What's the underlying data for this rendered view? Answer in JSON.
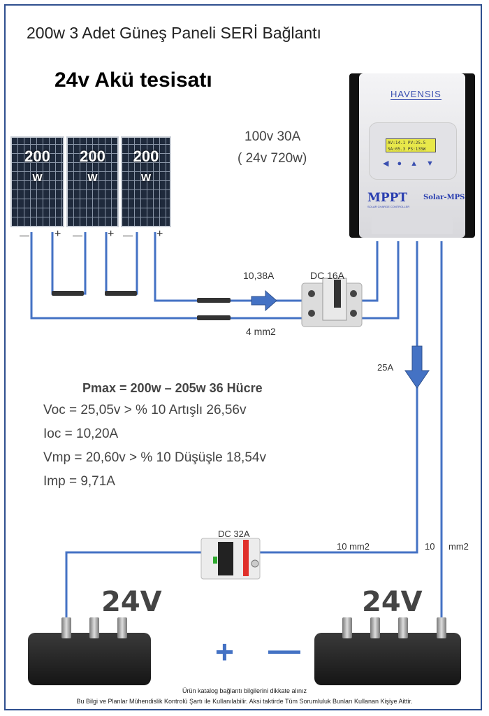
{
  "title": "200w 3 Adet Güneş Paneli SERİ Bağlantı",
  "subtitle": "24v Akü tesisatı",
  "panels": [
    {
      "label_top": "200",
      "label_bottom": "w"
    },
    {
      "label_top": "200",
      "label_bottom": "w"
    },
    {
      "label_top": "200",
      "label_bottom": "w"
    }
  ],
  "polarity": {
    "minus": "—",
    "plus": "+"
  },
  "controller": {
    "brand": "HAVENSIS",
    "lcd_line1": "AV:14.1  PV:25.5",
    "lcd_line2": "SA:05.3  PS:135W",
    "model": "MPPT",
    "model_sub": "SOLAR CHARGE CONTROLLER",
    "series": "Solar-MPS",
    "rating": "100v  30A",
    "rating_sub": "( 24v 720w)"
  },
  "labels": {
    "current_pv": "10,38A",
    "breaker_pv": "DC 16A",
    "cable_pv": "4 mm2",
    "current_batt": "25A",
    "breaker_batt": "DC 32A",
    "cable_batt_1": "10 mm2",
    "cable_batt_2a": "10",
    "cable_batt_2b": "mm2"
  },
  "specs": {
    "pmax": "Pmax = 200w – 205w  36 Hücre",
    "voc": "Voc = 25,05v    > % 10 Artışlı 26,56v",
    "ioc": "Ioc = 10,20A",
    "vmp": "Vmp = 20,60v   > % 10 Düşüşle 18,54v",
    "imp": "Imp = 9,71A"
  },
  "batteries": [
    {
      "voltage": "24V"
    },
    {
      "voltage": "24V"
    }
  ],
  "signs": {
    "plus": "+",
    "minus": "—"
  },
  "footer": {
    "line1": "Ürün katalog bağlantı bilgilerini dikkate alınız",
    "line2": "Bu Bilgi ve Planlar Mühendislik Kontrolü Şartı ile Kullanılabilir. Aksi taktirde Tüm Sorumluluk Bunları Kullanan Kişiye Aittir."
  },
  "colors": {
    "wire": "#4472c4",
    "border": "#2f4f8f"
  }
}
